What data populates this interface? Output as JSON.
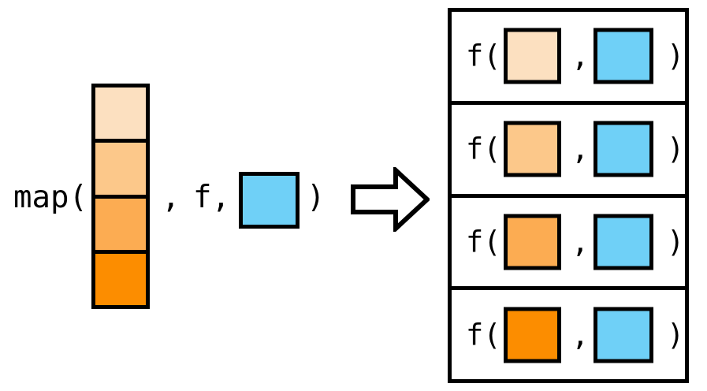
{
  "diagram": {
    "title": "map(collection, f, value) expansion",
    "colors": {
      "outline": "#000000",
      "background": "#ffffff",
      "blue_value": "#6FD0F7",
      "orange_1": "#FCE0C0",
      "orange_2": "#FCC88A",
      "orange_3": "#FCAC52",
      "orange_4": "#FC8D00"
    }
  },
  "left_expression": {
    "map_open_label": "map(",
    "comma_after_collection": ",",
    "function_arg_label": "f,",
    "close_paren_label": ")",
    "collection": {
      "name": "input-collection",
      "cells": [
        {
          "index": 0,
          "color": "#FCE0C0"
        },
        {
          "index": 1,
          "color": "#FCC88A"
        },
        {
          "index": 2,
          "color": "#FCAC52"
        },
        {
          "index": 3,
          "color": "#FC8D00"
        }
      ]
    },
    "value_square": {
      "color": "#6FD0F7"
    }
  },
  "arrow": {
    "name": "transform-arrow",
    "direction": "right",
    "style": "outlined-block-arrow",
    "fill": "#ffffff",
    "stroke": "#000000"
  },
  "result_panel": {
    "rows": [
      {
        "call_label": "f(",
        "comma_label": ",",
        "close_label": ")",
        "orange_color": "#FCE0C0",
        "blue_color": "#6FD0F7"
      },
      {
        "call_label": "f(",
        "comma_label": ",",
        "close_label": ")",
        "orange_color": "#FCC88A",
        "blue_color": "#6FD0F7"
      },
      {
        "call_label": "f(",
        "comma_label": ",",
        "close_label": ")",
        "orange_color": "#FCAC52",
        "blue_color": "#6FD0F7"
      },
      {
        "call_label": "f(",
        "comma_label": ",",
        "close_label": ")",
        "orange_color": "#FC8D00",
        "blue_color": "#6FD0F7"
      }
    ]
  }
}
